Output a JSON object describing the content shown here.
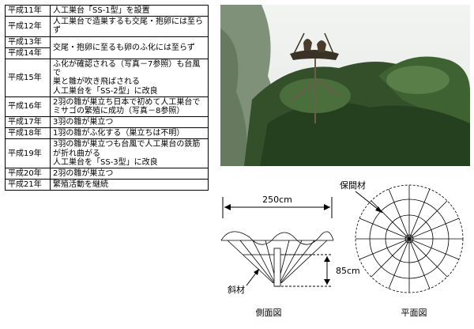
{
  "timeline": [
    {
      "year": "平成11年",
      "lines": [
        "人工巣台「SS-1型」を設置"
      ]
    },
    {
      "year": "平成12年",
      "lines": [
        "人工巣台で造巣するも交尾・抱卵には至らず"
      ]
    },
    {
      "year": "平成13年",
      "lines": [
        "交尾・抱卵に至るも卵のふ化には至らず"
      ]
    },
    {
      "year": "平成14年",
      "lines": []
    },
    {
      "year": "平成15年",
      "lines": [
        "ふ化が確認される（写真－7参照）も台風で",
        "巣と雛が吹き飛ばされる",
        "人工巣台を「SS-2型」に改良"
      ]
    },
    {
      "year": "平成16年",
      "lines": [
        "2羽の雛が巣立ち日本で初めて人工巣台で",
        "ミサゴの繁殖に成功（写真－8参照）"
      ]
    },
    {
      "year": "平成17年",
      "lines": [
        "3羽の雛が巣立つ"
      ]
    },
    {
      "year": "平成18年",
      "lines": [
        "1羽の雛がふ化する（巣立ちは不明）"
      ]
    },
    {
      "year": "平成19年",
      "lines": [
        "3羽の雛が巣立つも台風で人工巣台の鉄筋",
        "が折れ曲がる",
        "人工巣台を「SS-3型」に改良"
      ]
    },
    {
      "year": "平成20年",
      "lines": [
        "2羽の雛が巣立つ"
      ]
    },
    {
      "year": "平成21年",
      "lines": [
        "繁殖活動を継続"
      ]
    }
  ],
  "diagram": {
    "width_label": "250cm",
    "height_label": "85cm",
    "brace_label": "斜材",
    "spacer_label": "保間材",
    "side_caption": "側面図",
    "plan_caption": "平面図"
  }
}
